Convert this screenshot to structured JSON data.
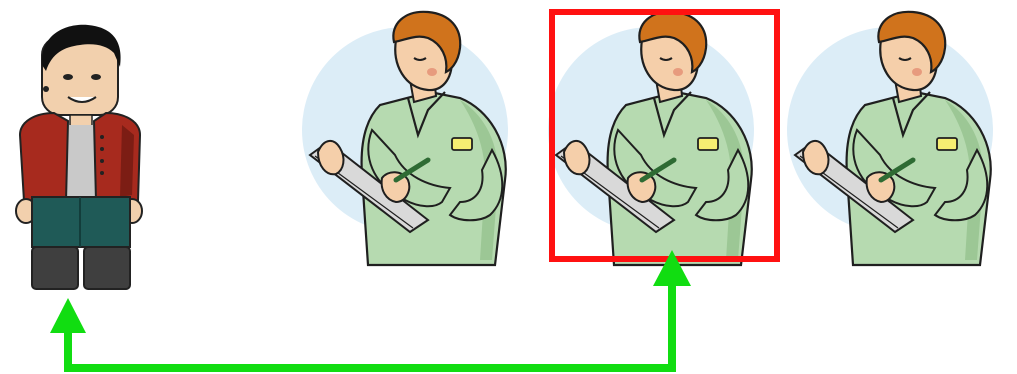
{
  "figures": {
    "customer": {
      "name": "customer-figure",
      "colors": {
        "hair": "#111111",
        "skin": "#f2d0ad",
        "jacket": "#a72a1e",
        "jacket_shadow": "#7c1d14",
        "shirt": "#c9c9c9",
        "pants": "#1f5a57",
        "boots": "#3f3f3f",
        "outline": "#222222"
      }
    },
    "waiters": [
      {
        "name": "waiter-1",
        "selected": false
      },
      {
        "name": "waiter-2",
        "selected": true
      },
      {
        "name": "waiter-3",
        "selected": false
      }
    ],
    "waiter_colors": {
      "halo": "#dcedf7",
      "hair": "#d0731c",
      "skin": "#f5cfaa",
      "blush": "#e79b7e",
      "shirt": "#b6dab0",
      "shirt_shadow": "#9cc795",
      "badge": "#f6ee72",
      "clipboard": "#d9d9d9",
      "outline": "#1f1f1f"
    }
  },
  "highlight": {
    "selected_index": 1,
    "color": "#ff1111"
  },
  "connector": {
    "color": "#11dd11",
    "description_icon": "double-arrow-connector"
  }
}
